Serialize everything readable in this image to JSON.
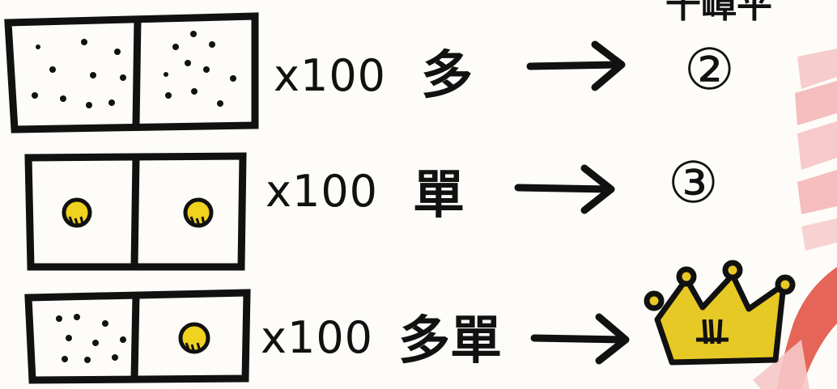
{
  "header": {
    "fragment": "千嶂平"
  },
  "rows": [
    {
      "multiplier": "x100",
      "word": "多",
      "rank": "②"
    },
    {
      "multiplier": "x100",
      "word": "單",
      "rank": "③"
    },
    {
      "multiplier": "x100",
      "word": "多單",
      "rank": ""
    }
  ],
  "icons": {
    "arrow": "arrow-right-icon",
    "crown": "crown-icon",
    "grain": "dots-icon",
    "coin": "gold-dot-icon"
  },
  "colors": {
    "ink": "#111111",
    "gold": "#e7c925",
    "coin": "#f1d21e",
    "pink": "#f2a7a8",
    "red": "#e04a3c"
  }
}
